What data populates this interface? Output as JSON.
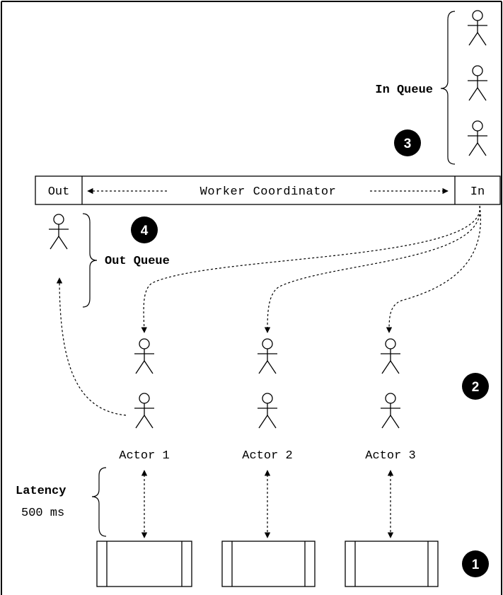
{
  "coordinator": {
    "out_label": "Out",
    "title": "Worker Coordinator",
    "in_label": "In"
  },
  "in_queue": {
    "label": "In Queue"
  },
  "out_queue": {
    "label": "Out Queue"
  },
  "actors": [
    {
      "label": "Actor 1"
    },
    {
      "label": "Actor 2"
    },
    {
      "label": "Actor 3"
    }
  ],
  "latency": {
    "label": "Latency",
    "value": "500 ms"
  },
  "badges": [
    {
      "number": "1"
    },
    {
      "number": "2"
    },
    {
      "number": "3"
    },
    {
      "number": "4"
    }
  ]
}
